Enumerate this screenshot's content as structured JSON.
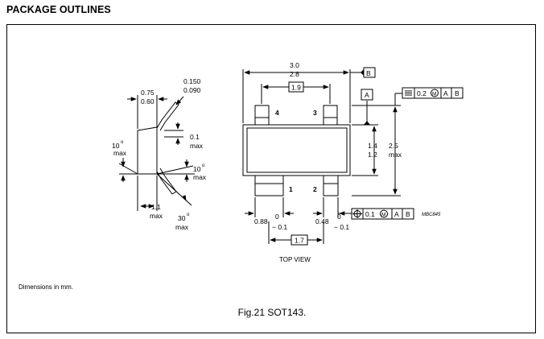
{
  "heading": "PACKAGE OUTLINES",
  "units_note": "Dimensions in mm.",
  "caption": "Fig.21  SOT143.",
  "drawing_code": "MBC845",
  "view_label": "TOP VIEW",
  "side_view": {
    "dim_top_max": "0.75",
    "dim_top_min": "0.60",
    "dim_thk_max": "0.150",
    "dim_thk_min": "0.090",
    "dim_right_val": "0.1",
    "dim_right_max": "max",
    "angle_left_val": "10",
    "angle_left_max": "max",
    "angle_right_val": "10",
    "angle_right_max": "max",
    "dim_bottom_val": "1.1",
    "dim_bottom_max": "max",
    "angle_bottom_val": "30",
    "angle_bottom_max": "max",
    "degree": "o"
  },
  "top_view": {
    "width_max": "3.0",
    "width_min": "2.8",
    "datum_b": "B",
    "pitch": "1.9",
    "datum_a": "A",
    "tol_top": [
      "0.2",
      "M",
      "A",
      "B"
    ],
    "height_max": "2.5",
    "height_unit": "max",
    "body_max": "1.4",
    "body_min": "1.2",
    "pin1": "1",
    "pin2": "2",
    "pin3": "3",
    "pin4": "4",
    "lead1_width": "0.88",
    "lead1_tol_upper": "0",
    "lead1_tol_lower": "− 0.1",
    "lead2_width": "0.48",
    "lead2_tol_upper": "0",
    "lead2_tol_lower": "− 0.1",
    "tol_bottom": [
      "0.1",
      "M",
      "A",
      "B"
    ],
    "lead_span": "1.7"
  }
}
